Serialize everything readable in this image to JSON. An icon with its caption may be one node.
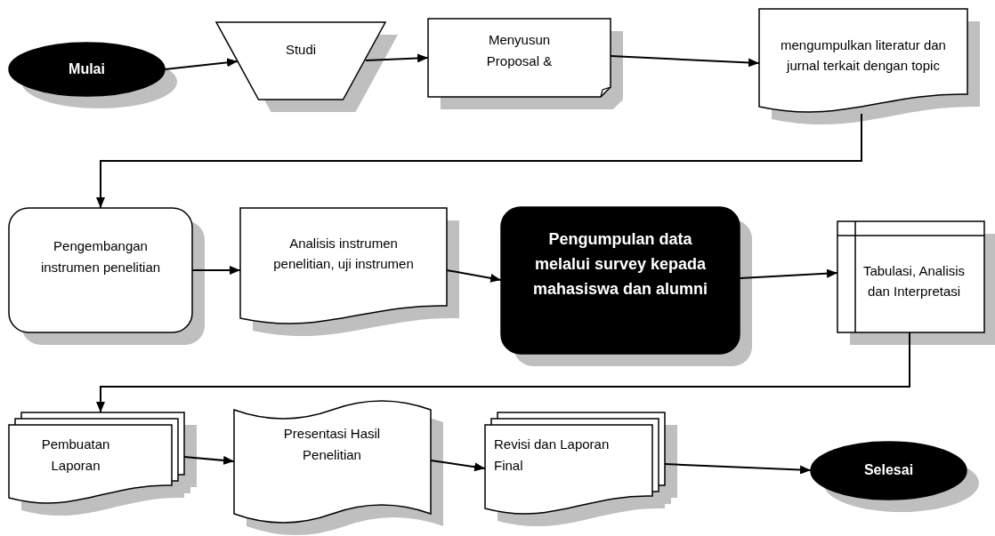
{
  "diagram": {
    "nodes": [
      {
        "text": [
          "Mulai"
        ]
      },
      {
        "text": [
          "Studi"
        ]
      },
      {
        "text": [
          "Menyusun Proposal &"
        ]
      },
      {
        "text": [
          "mengumpulkan literatur dan jurnal terkait dengan topic"
        ]
      },
      {
        "text": [
          "Pengembangan instrumen penelitian"
        ]
      },
      {
        "text": [
          "Analisis instrumen penelitian, uji instrumen"
        ]
      },
      {
        "text": [
          "Pengumpulan data melalui survey kepada mahasiswa dan alumni"
        ]
      },
      {
        "text": [
          "Tabulasi, Analisis dan Interpretasi"
        ]
      },
      {
        "text": [
          "Pembuatan Laporan"
        ]
      },
      {
        "text": [
          "Presentasi Hasil Penelitian"
        ]
      },
      {
        "text": [
          "Revisi dan Laporan Final"
        ]
      },
      {
        "text": [
          "Selesai"
        ]
      }
    ],
    "edges": [
      {
        "from": 0,
        "to": 1,
        "arrow": "to"
      },
      {
        "from": 1,
        "to": 2,
        "arrow": "to"
      },
      {
        "from": 2,
        "to": 3,
        "arrow": "to"
      },
      {
        "from": 3,
        "to": 4,
        "arrow": "to"
      },
      {
        "from": 4,
        "to": 5,
        "arrow": "to"
      },
      {
        "from": 5,
        "to": 6,
        "arrow": "to"
      },
      {
        "from": 6,
        "to": 7,
        "arrow": "to"
      },
      {
        "from": 7,
        "to": 8,
        "arrow": "to"
      },
      {
        "from": 8,
        "to": 9,
        "arrow": "to"
      },
      {
        "from": 9,
        "to": 10,
        "arrow": "to"
      },
      {
        "from": 10,
        "to": 11,
        "arrow": "to"
      }
    ]
  }
}
